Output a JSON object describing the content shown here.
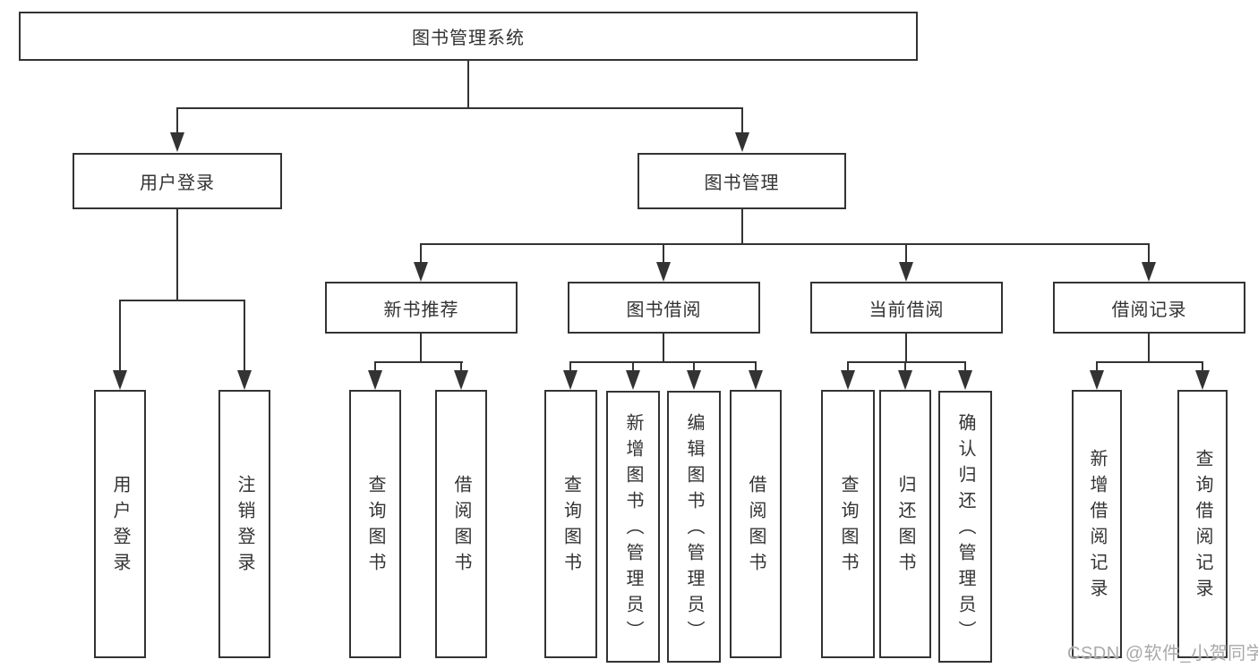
{
  "diagram_type": "feature-tree",
  "colors": {
    "line": "#333333",
    "box_border": "#333333",
    "box_fill": "#ffffff",
    "text": "#333333",
    "watermark_text": "#a9a9a9",
    "background": "#ffffff"
  },
  "tree": {
    "root": "图书管理系统",
    "branches": [
      {
        "label": "用户登录",
        "children": [
          {
            "label": "用户登录"
          },
          {
            "label": "注销登录"
          }
        ]
      },
      {
        "label": "图书管理",
        "children": [
          {
            "label": "新书推荐",
            "children": [
              {
                "label": "查询图书"
              },
              {
                "label": "借阅图书"
              }
            ]
          },
          {
            "label": "图书借阅",
            "children": [
              {
                "label": "查询图书"
              },
              {
                "label": "新增图书（管理员）"
              },
              {
                "label": "编辑图书（管理员）"
              },
              {
                "label": "借阅图书"
              }
            ]
          },
          {
            "label": "当前借阅",
            "children": [
              {
                "label": "查询图书"
              },
              {
                "label": "归还图书"
              },
              {
                "label": "确认归还（管理员）"
              }
            ]
          },
          {
            "label": "借阅记录",
            "children": [
              {
                "label": "新增借阅记录"
              },
              {
                "label": "查询借阅记录"
              }
            ]
          }
        ]
      }
    ]
  },
  "watermark": {
    "text": "CSDN @软件_小贺同学"
  }
}
